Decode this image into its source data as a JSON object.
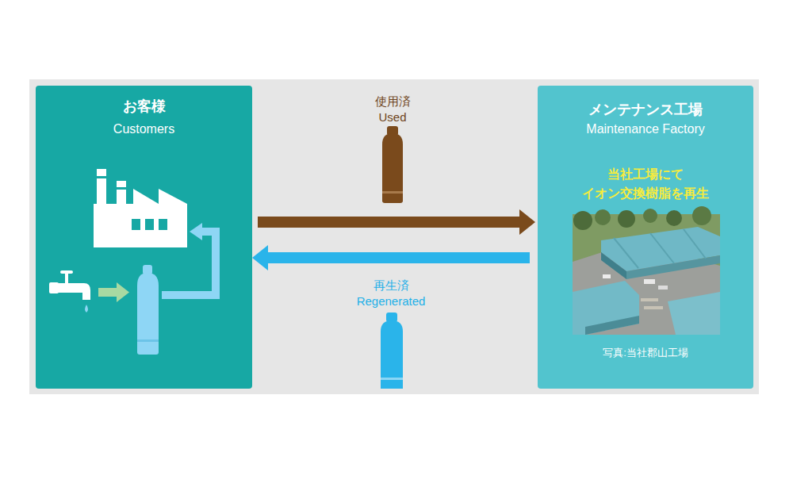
{
  "diagram": {
    "nodes": [
      {
        "text": [
          "お客様",
          "Customers"
        ]
      },
      {
        "text": [
          "メンテナンス工場",
          "Maintenance Factory",
          "当社工場にて イオン交換樹脂を再生",
          "写真:当社郡山工場"
        ]
      }
    ],
    "edges": [
      {
        "from": 0,
        "to": 1,
        "arrow": "to",
        "label": "使用済 Used"
      },
      {
        "from": 1,
        "to": 0,
        "arrow": "to",
        "label": "再生済 Regenerated"
      }
    ]
  }
}
